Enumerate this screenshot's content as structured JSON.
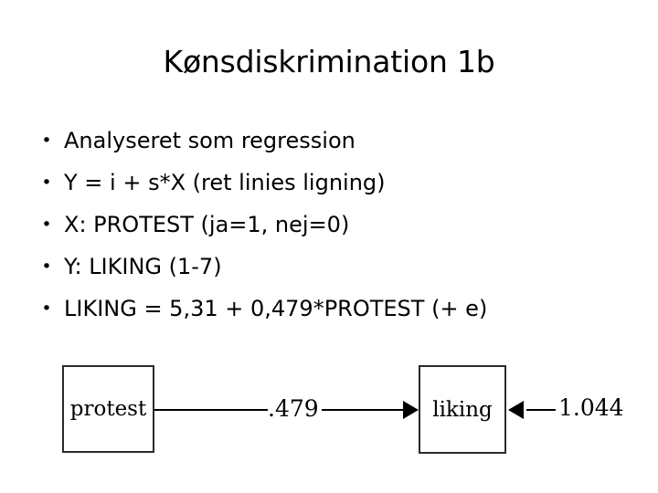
{
  "slide": {
    "title": "Kønsdiskrimination 1b",
    "background_color": "#ffffff",
    "text_color": "#000000"
  },
  "bullets": [
    {
      "marker": "•",
      "text": "Analyseret som regression"
    },
    {
      "marker": "•",
      "text": "Y = i + s*X (ret linies ligning)"
    },
    {
      "marker": "•",
      "text": "X: PROTEST (ja=1, nej=0)"
    },
    {
      "marker": "•",
      "text": "Y: LIKING (1-7)"
    },
    {
      "marker": "•",
      "text": "LIKING = 5,31 + 0,479*PROTEST (+ e)"
    }
  ],
  "diagram": {
    "nodes": [
      {
        "id": "protest",
        "label": "protest"
      },
      {
        "id": "liking",
        "label": "liking"
      }
    ],
    "edges": [
      {
        "id": "protest-to-liking",
        "label": ".479",
        "from": "protest",
        "to": "liking"
      },
      {
        "id": "residual-to-liking",
        "label": "1.044",
        "from": "residual",
        "to": "liking"
      }
    ],
    "line_color": "#000000",
    "box_border_color": "#2b2b2b"
  }
}
